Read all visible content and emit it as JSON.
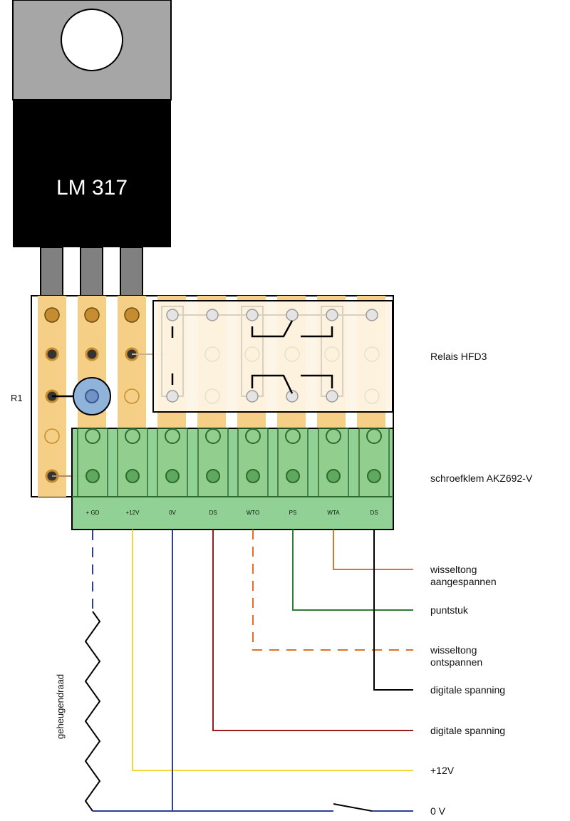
{
  "regulator": {
    "label": "LM 317"
  },
  "resistor_label": "R1",
  "relay_label": "Relais HFD3",
  "terminal_block_label": "schroefklem AKZ692-V",
  "terminals": [
    "+ GD",
    "+12V",
    "0V",
    "DS",
    "WTO",
    "PS",
    "WTA",
    "DS"
  ],
  "memory_wire_label": "geheugendraad",
  "wires": [
    {
      "label": "wisseltong\naangespannen",
      "color": "#e07028",
      "dashed": false
    },
    {
      "label": "puntstuk",
      "color": "#2e7d32",
      "dashed": false
    },
    {
      "label": "wisseltong\nontspannen",
      "color": "#e07028",
      "dashed": true
    },
    {
      "label": "digitale spanning",
      "color": "#111111",
      "dashed": false
    },
    {
      "label": "digitale spanning",
      "color": "#9b1c1c",
      "dashed": false
    },
    {
      "label": "+12V",
      "color": "#f2d83a",
      "dashed": false
    },
    {
      "label": "0 V",
      "color": "#2b3f94",
      "dashed": false
    }
  ],
  "colors": {
    "heatsink": "#a6a6a6",
    "package": "#000000",
    "stripboard": "#f6cf86",
    "relay": "#fdf5e6",
    "terminal": "#8ccf8f",
    "terminal_dark": "#5fa85f",
    "resistor": "#8fb3d9",
    "gd_wire": "#2b3f94"
  }
}
